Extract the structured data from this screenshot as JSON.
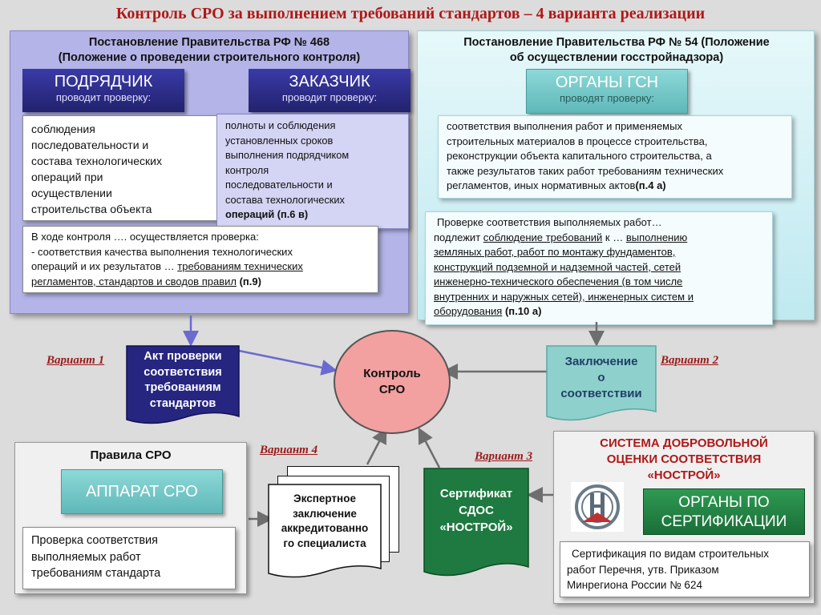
{
  "title": "Контроль СРО за выполнением требований стандартов –  4 варианта реализации",
  "left_panel": {
    "title_line1": "Постановление Правительства  РФ № 468",
    "title_line2": "(Положение о проведении строительного контроля)",
    "contractor": {
      "label": "ПОДРЯДЧИК",
      "sub": "проводит проверку:"
    },
    "customer": {
      "label": "ЗАКАЗЧИК",
      "sub": "проводит проверку:"
    },
    "contractor_text": [
      "соблюдения",
      "последовательности и",
      "состава технологических",
      "операций при",
      "осуществлении",
      "строительства объекта"
    ],
    "customer_text": [
      "полноты и соблюдения",
      "установленных сроков",
      "выполнения подрядчиком",
      "контроля",
      "последовательности и",
      "состава технологических",
      "операций (п.6  в)"
    ],
    "control_line1": "В ходе контроля …. осуществляется проверка:",
    "control_line2": "- соответствия качества выполнения технологических",
    "control_line3a": "операций и их результатов … ",
    "control_line3b": "требованиям технических",
    "control_line4": "регламентов, стандартов и сводов правил",
    "control_ref": " (п.9)"
  },
  "right_panel": {
    "title_line1": "Постановление Правительства  РФ № 54  (Положение",
    "title_line2": "об осуществлении госстройнадзора)",
    "gsn": {
      "label": "ОРГАНЫ ГСН",
      "sub": "проводят проверку:"
    },
    "compliance_text": [
      "соответствия выполнения работ и применяемых",
      "строительных материалов в процессе строительства,",
      "реконструкции объекта капитального строительства, а",
      "также результатов таких работ требованиям технических"
    ],
    "compliance_last": "регламентов, иных нормативных актов",
    "compliance_ref": "(п.4 а)",
    "check_line1": "Проверке соответствия выполняемых работ…",
    "check_line2a": "подлежит ",
    "check_line2b": "соблюдение требований",
    "check_line2c": " к … ",
    "check_line2d": "выполнению",
    "check_lines_u": [
      "земляных работ, работ по монтажу фундаментов,",
      "конструкций подземной и надземной частей, сетей",
      "инженерно-технического обеспечения (в том числе",
      "внутренних и наружных сетей), инженерных систем и"
    ],
    "check_last": "оборудования",
    "check_ref": " (п.10 а)"
  },
  "variants": {
    "v1": "Вариант 1",
    "v2": "Вариант 2",
    "v3": "Вариант 3",
    "v4": "Вариант 4"
  },
  "act_box": [
    "Акт проверки",
    "соответствия",
    "требованиям",
    "стандартов"
  ],
  "center": [
    "Контроль",
    "СРО"
  ],
  "conclusion": [
    "Заключение",
    "о",
    "соответствии"
  ],
  "rules": {
    "title": "Правила СРО",
    "apparatus": "АППАРАТ СРО",
    "text": [
      "Проверка соответствия",
      "выполняемых работ",
      "требованиям стандарта"
    ]
  },
  "expert": [
    "Экспертное",
    "заключение",
    "аккредитованно",
    "го специалиста"
  ],
  "certificate": [
    "Сертификат",
    "СДОС",
    "«НОСТРОЙ»"
  ],
  "system": {
    "title": [
      "СИСТЕМА ДОБРОВОЛЬНОЙ",
      "ОЦЕНКИ СООТВЕТСТВИЯ",
      "«НОСТРОЙ»"
    ],
    "organs": [
      "ОРГАНЫ ПО",
      "СЕРТИФИКАЦИИ"
    ],
    "cert_text": [
      "Сертификация по видам строительных",
      "работ Перечня, утв. Приказом",
      "Минрегиона  России № 624"
    ]
  },
  "colors": {
    "title_red": "#b01818",
    "navy": "#22226e",
    "lavender": "#b4b4e8",
    "teal": "#6cc4c4",
    "green": "#1a6e38",
    "pink": "#f2a0a0"
  }
}
